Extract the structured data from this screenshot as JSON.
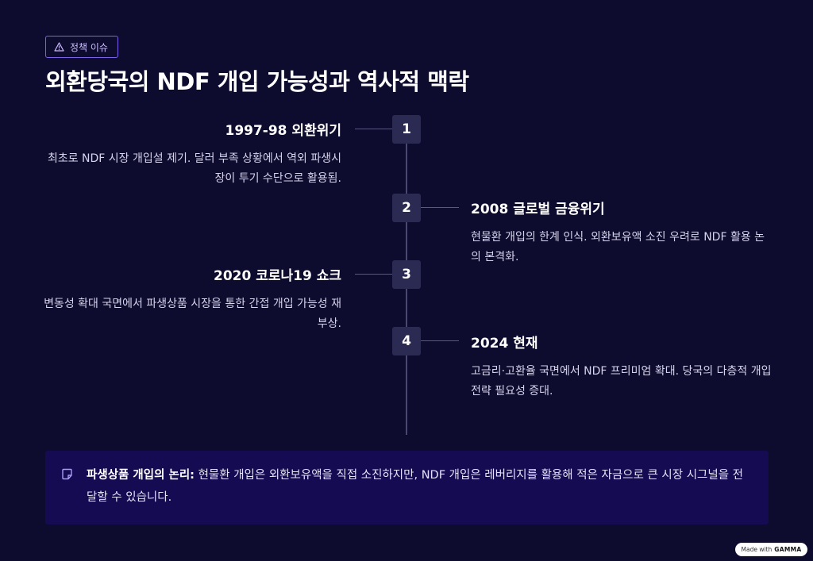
{
  "badge": {
    "icon": "warning-icon",
    "label": "정책 이슈"
  },
  "title": "외환당국의 NDF 개입 가능성과 역사적 맥락",
  "timeline": [
    {
      "number": "1",
      "side": "left",
      "title": "1997-98 외환위기",
      "description": "최초로 NDF 시장 개입설 제기. 달러 부족 상황에서 역외 파생시장이 투기 수단으로 활용됨."
    },
    {
      "number": "2",
      "side": "right",
      "title": "2008 글로벌 금융위기",
      "description": "현물환 개입의 한계 인식. 외환보유액 소진 우려로 NDF 활용 논의 본격화."
    },
    {
      "number": "3",
      "side": "left",
      "title": "2020 코로나19 쇼크",
      "description": "변동성 확대 국면에서 파생상품 시장을 통한 간접 개입 가능성 재부상."
    },
    {
      "number": "4",
      "side": "right",
      "title": "2024 현재",
      "description": "고금리·고환율 국면에서 NDF 프리미엄 확대. 당국의 다층적 개입 전략 필요성 증대."
    }
  ],
  "callout": {
    "icon": "note-icon",
    "label": "파생상품 개입의 논리:",
    "text": " 현물환 개입은 외환보유액을 직접 소진하지만, NDF 개입은 레버리지를 활용해 적은 자금으로 큰 시장 시그널을 전달할 수 있습니다."
  },
  "footer": {
    "made_with": "Made with",
    "brand": "GAMMA"
  },
  "colors": {
    "background": "#0d0b2e",
    "accent": "#7b62e8",
    "callout_bg": "#150b52",
    "number_box": "#2b2a52"
  }
}
